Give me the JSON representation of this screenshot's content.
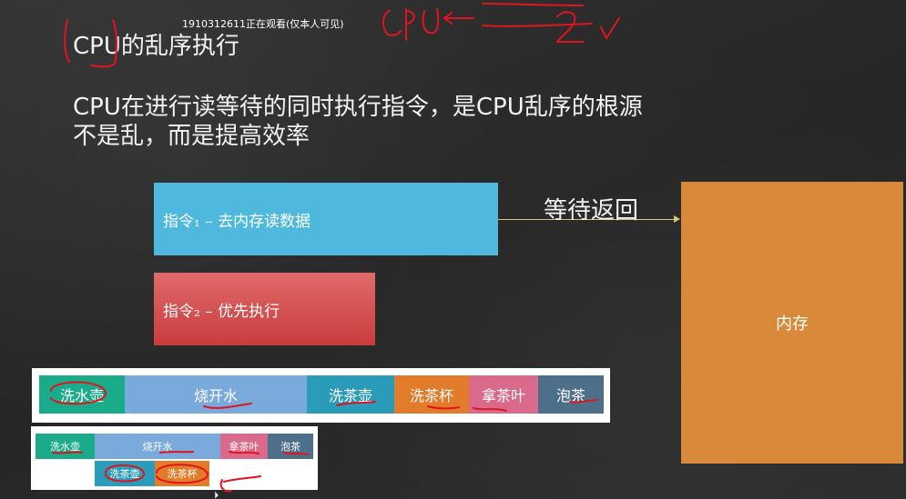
{
  "watermark": "1910312611正在观看(仅本人可见)",
  "title": "CPU的乱序执行",
  "subtitle_line1": "CPU在进行读等待的同时执行指令，是CPU乱序的根源",
  "subtitle_line2": "不是乱，而是提高效率",
  "instruction1": "指令₁ – 去内存读数据",
  "instruction2": "指令₂ – 优先执行",
  "wait_label": "等待返回",
  "memory_label": "内存",
  "strip_top": [
    {
      "label": "洗水壶",
      "color": "#1aab8a"
    },
    {
      "label": "烧开水",
      "color": "#7aa9dc"
    },
    {
      "label": "洗茶壶",
      "color": "#2a9bb8"
    },
    {
      "label": "洗茶杯",
      "color": "#e27c2a"
    },
    {
      "label": "拿茶叶",
      "color": "#d96a8c"
    },
    {
      "label": "泡茶",
      "color": "#4d6f8a"
    }
  ],
  "strip_bottom_row1": [
    {
      "label": "洗水壶",
      "color": "#1aab8a"
    },
    {
      "label": "烧开水",
      "color": "#7aa9dc"
    },
    {
      "label": "拿茶叶",
      "color": "#d96a8c"
    },
    {
      "label": "泡茶",
      "color": "#4d6f8a"
    }
  ],
  "strip_bottom_row2": [
    {
      "label": "洗茶壶",
      "color": "#2a9bb8"
    },
    {
      "label": "洗茶杯",
      "color": "#e27c2a"
    }
  ],
  "annotation_color": "#e0141e"
}
